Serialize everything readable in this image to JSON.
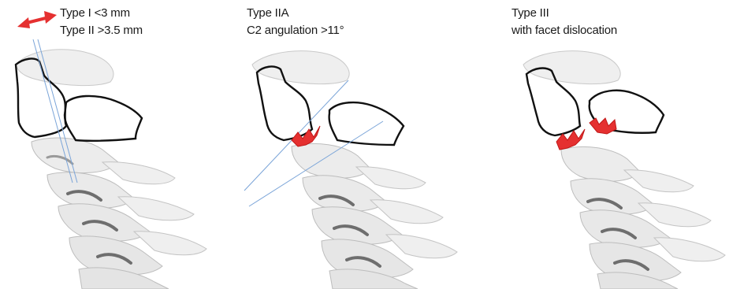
{
  "panels": [
    {
      "label_lines": [
        "Type I <3 mm",
        "Type II >3.5 mm"
      ]
    },
    {
      "label_lines": [
        "Type IIA",
        "C2 angulation >11°"
      ]
    },
    {
      "label_lines": [
        "Type III",
        "with facet dislocation"
      ]
    }
  ],
  "colors": {
    "fracture": "#e53030",
    "arrow": "#e53030",
    "measure_line": "#7aa4d8",
    "outline": "#111111",
    "bone_light": "#ededed",
    "bone_shade": "#b8b8b8",
    "bone_dark": "#6e6e6e"
  }
}
